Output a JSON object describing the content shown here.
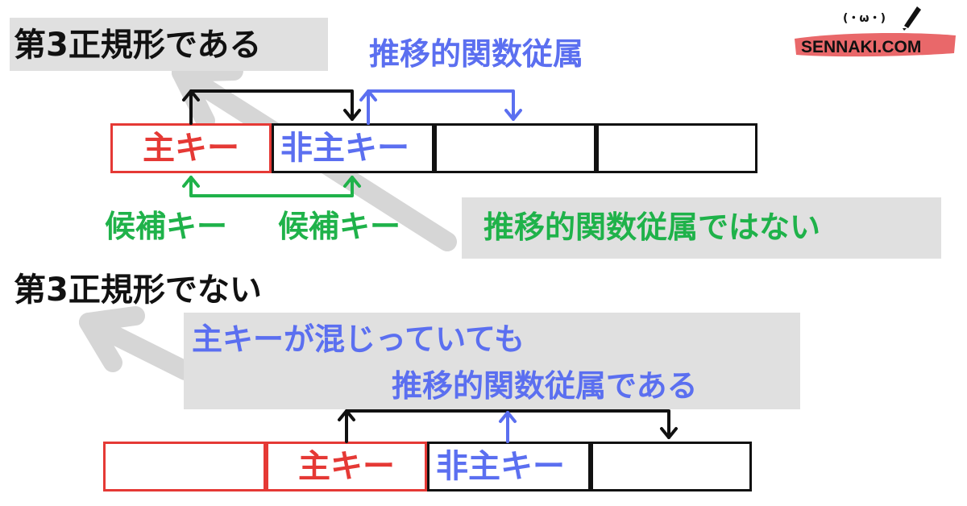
{
  "colors": {
    "red": "#e53935",
    "blue": "#5b6ff0",
    "green": "#1fb24a",
    "black": "#111111",
    "band": "#e0e0e0",
    "big_arrow": "#d6d6d6"
  },
  "section1": {
    "title": "第3正規形である",
    "transitive_label": "推移的関数従属",
    "table_cells": [
      "主キー",
      "非主キー",
      "",
      ""
    ],
    "candidate_key_1": "候補キー",
    "candidate_key_2": "候補キー",
    "not_transitive_label": "推移的関数従属ではない"
  },
  "section2": {
    "title": "第3正規形でない",
    "note_line1": "主キーが混じっていても",
    "note_line2": "推移的関数従属である",
    "table_cells": [
      "",
      "主キー",
      "非主キー",
      ""
    ]
  },
  "logo": {
    "text": "SENNAKI.COM",
    "face": "(・ω・)",
    "icon": "pen-brush-icon"
  }
}
